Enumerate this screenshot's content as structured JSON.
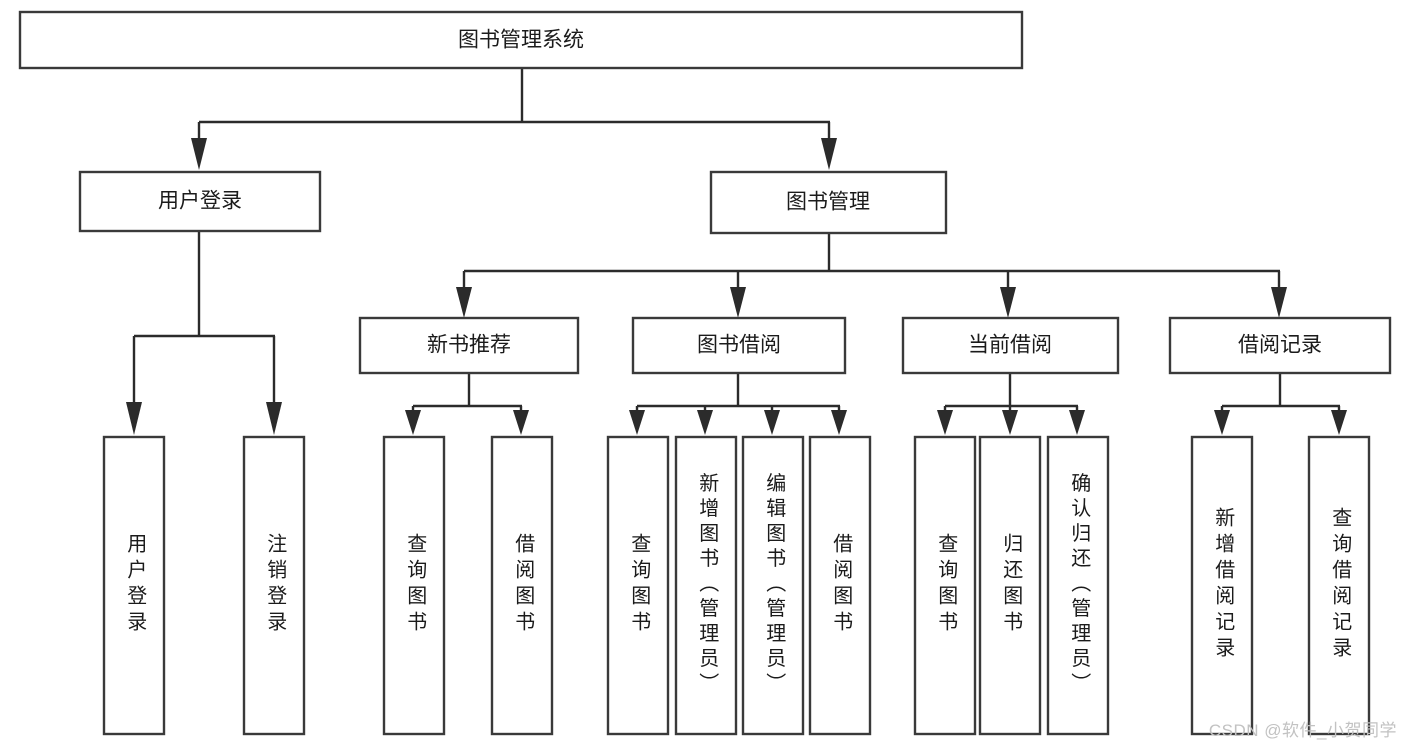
{
  "diagram": {
    "type": "tree-hierarchy",
    "title": "图书管理系统",
    "background_color": "#ffffff",
    "box_stroke_color": "#3a3a3a",
    "text_color": "#1b1b1b",
    "connector_color": "#2b2b2b",
    "root": {
      "id": "root",
      "label": "图书管理系统",
      "orientation": "horizontal"
    },
    "level2": [
      {
        "id": "user-login",
        "label": "用户登录",
        "orientation": "horizontal"
      },
      {
        "id": "book-management",
        "label": "图书管理",
        "orientation": "horizontal"
      }
    ],
    "level3": [
      {
        "id": "new-book-recommend",
        "label": "新书推荐",
        "orientation": "horizontal",
        "parent": "book-management"
      },
      {
        "id": "book-borrow",
        "label": "图书借阅",
        "orientation": "horizontal",
        "parent": "book-management"
      },
      {
        "id": "current-borrow",
        "label": "当前借阅",
        "orientation": "horizontal",
        "parent": "book-management"
      },
      {
        "id": "borrow-record",
        "label": "借阅记录",
        "orientation": "horizontal",
        "parent": "book-management"
      }
    ],
    "leaves": {
      "user-login": [
        {
          "id": "leaf-user-login",
          "label": "用户登录",
          "orientation": "vertical"
        },
        {
          "id": "leaf-logout-login",
          "label": "注销登录",
          "orientation": "vertical"
        }
      ],
      "new-book-recommend": [
        {
          "id": "leaf-query-book-1",
          "label": "查询图书",
          "orientation": "vertical"
        },
        {
          "id": "leaf-borrow-book-1",
          "label": "借阅图书",
          "orientation": "vertical"
        }
      ],
      "book-borrow": [
        {
          "id": "leaf-query-book-2",
          "label": "查询图书",
          "orientation": "vertical"
        },
        {
          "id": "leaf-add-book",
          "label": "新增图书（管理员）",
          "orientation": "vertical"
        },
        {
          "id": "leaf-edit-book",
          "label": "编辑图书（管理员）",
          "orientation": "vertical"
        },
        {
          "id": "leaf-borrow-book-2",
          "label": "借阅图书",
          "orientation": "vertical"
        }
      ],
      "current-borrow": [
        {
          "id": "leaf-query-book-3",
          "label": "查询图书",
          "orientation": "vertical"
        },
        {
          "id": "leaf-return-book",
          "label": "归还图书",
          "orientation": "vertical"
        },
        {
          "id": "leaf-confirm-return",
          "label": "确认归还（管理员）",
          "orientation": "vertical"
        }
      ],
      "borrow-record": [
        {
          "id": "leaf-add-record",
          "label": "新增借阅记录",
          "orientation": "vertical"
        },
        {
          "id": "leaf-query-record",
          "label": "查询借阅记录",
          "orientation": "vertical"
        }
      ]
    }
  },
  "watermark": {
    "text": "CSDN @软件_小贺同学",
    "color": "#c2c2c2"
  }
}
